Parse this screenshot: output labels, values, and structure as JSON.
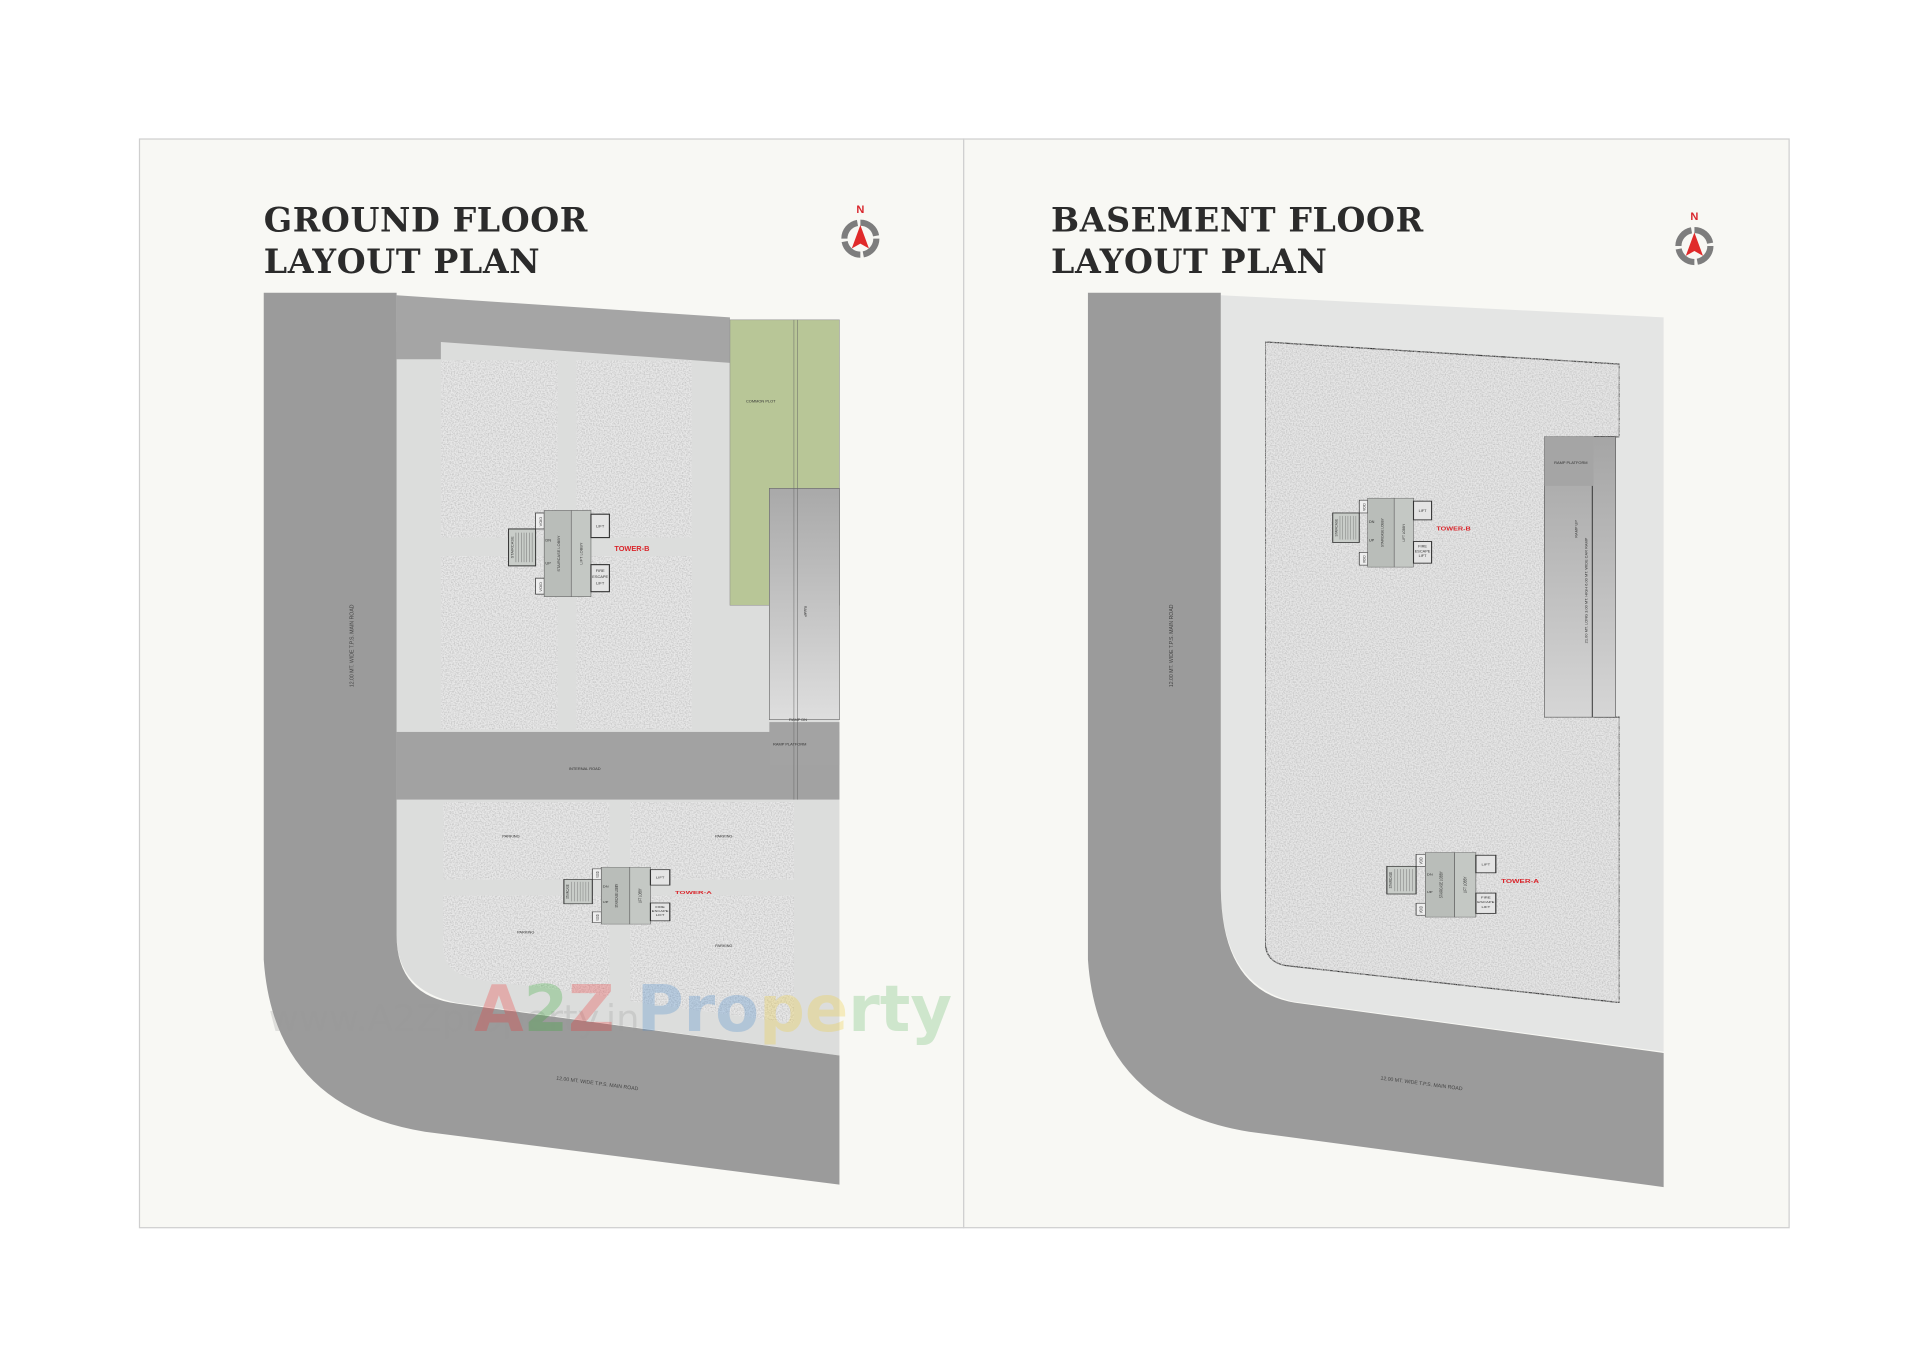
{
  "ground": {
    "title_line1": "GROUND FLOOR",
    "title_line2": "LAYOUT PLAN",
    "north": "N",
    "road_side": "12.00 MT. WIDE T.P.S. MAIN ROAD",
    "road_bottom": "12.00 MT. WIDE T.P.S. MAIN ROAD",
    "common_plot": "COMMON PLOT",
    "ramp": "RAMP",
    "ramp_dn": "RAMP DN",
    "ramp_platform": "RAMP PLATFORM",
    "internal_road": "INTERNAL ROAD",
    "parking": [
      "PARKING",
      "PARKING",
      "PARKING",
      "PARKING"
    ],
    "tower_b": "TOWER-B",
    "tower_a": "TOWER-A"
  },
  "basement": {
    "title_line1": "BASEMENT FLOOR",
    "title_line2": "LAYOUT PLAN",
    "north": "N",
    "road_side": "12.00 MT. WIDE T.P.S. MAIN ROAD",
    "road_bottom": "12.00 MT. WIDE T.P.S. MAIN ROAD",
    "ramp_platform": "RAMP PLATFORM",
    "ramp_up": "RAMP UP",
    "ramp_spec": "21.00 MT. LONG 3.00 MT. HIGH 6.00 MT. WIDE CAR RAMP",
    "tower_b": "TOWER-B",
    "tower_a": "TOWER-A"
  },
  "core_labels": {
    "staircase": "STAIRCASE",
    "staircase_lobby": "STAIRCASE LOBBY",
    "lift_lobby": "LIFT LOBBY",
    "lift": "LIFT",
    "fire_escape_lift": [
      "FIRE",
      "ESCAPE",
      "LIFT"
    ],
    "void": "VOID",
    "dn": "DN",
    "up": "UP"
  },
  "watermark": {
    "logo": "A2Z Property",
    "url": "www.A2Zproperty.in"
  },
  "colors": {
    "road": "#9b9b9b",
    "site": "#dcdddc",
    "common_plot": "#b8c697",
    "tower_label": "#d9252b",
    "page": "#f8f8f4"
  }
}
